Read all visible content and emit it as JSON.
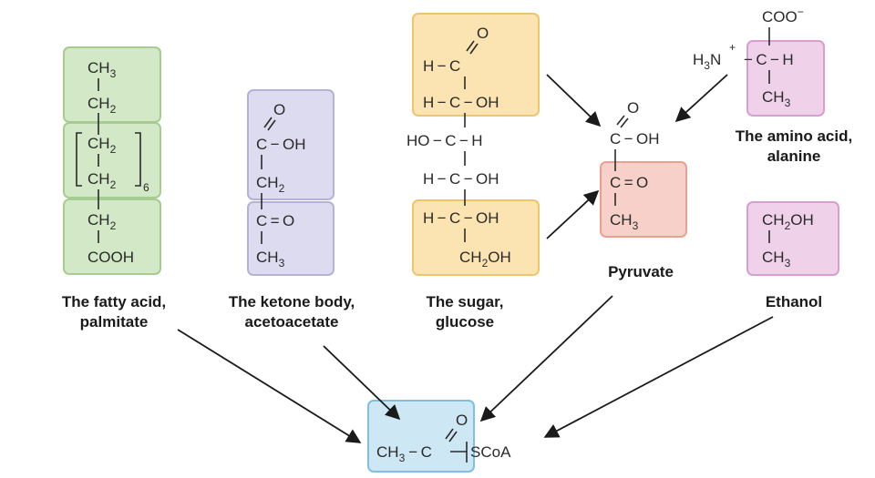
{
  "colors": {
    "green_fill": "#d3e8c6",
    "green_stroke": "#a6cc8f",
    "purple_fill": "#dddbef",
    "purple_stroke": "#b6b1d9",
    "orange_fill": "#fbe4b2",
    "orange_stroke": "#efc46f",
    "pink_fill": "#f7d1c9",
    "pink_stroke": "#ea9f92",
    "magenta_fill": "#efd1ea",
    "magenta_stroke": "#d79fcf",
    "blue_fill": "#cde7f4",
    "blue_stroke": "#7fbfe0"
  },
  "palmitate": {
    "ch3": "CH",
    "ch3_sub": "3",
    "ch2_a": "CH",
    "ch2_a_sub": "2",
    "ch2_b": "CH",
    "ch2_b_sub": "2",
    "ch2_c": "CH",
    "ch2_c_sub": "2",
    "repeat": "6",
    "ch2_d": "CH",
    "ch2_d_sub": "2",
    "cooh": "COOH",
    "label_line1": "The fatty acid,",
    "label_line2": "palmitate"
  },
  "acetoacetate": {
    "o_top": "O",
    "c_oh": "C − OH",
    "ch2": "CH",
    "ch2_sub": "2",
    "c_eq_o": "C = O",
    "ch3": "CH",
    "ch3_sub": "3",
    "label_line1": "The ketone body,",
    "label_line2": "acetoacetate"
  },
  "glucose": {
    "o_top": "O",
    "r1": "H − C",
    "r2": "H − C − OH",
    "r3": "HO − C − H",
    "r4": "H − C − OH",
    "r5": "H − C − OH",
    "r6": "CH",
    "r6_sub": "2",
    "r6_tail": "OH",
    "label_line1": "The sugar,",
    "label_line2": "glucose"
  },
  "pyruvate": {
    "o_top": "O",
    "c_oh": "C − OH",
    "c_eq_o": "C = O",
    "ch3": "CH",
    "ch3_sub": "3",
    "label": "Pyruvate"
  },
  "alanine": {
    "coo": "COO",
    "coo_charge": "−",
    "h3n": "H",
    "h3n_sub": "3",
    "h3n_n": "N",
    "h3n_charge": "+",
    "c_h": "− C − H",
    "ch3": "CH",
    "ch3_sub": "3",
    "label_line1": "The amino acid,",
    "label_line2": "alanine"
  },
  "ethanol": {
    "ch2oh": "CH",
    "ch2oh_sub": "2",
    "ch2oh_tail": "OH",
    "ch3": "CH",
    "ch3_sub": "3",
    "label": "Ethanol"
  },
  "acetyl_coa": {
    "ch3": "CH",
    "ch3_sub": "3",
    "dash": "− C",
    "o_top": "O",
    "scoa": "SCoA"
  }
}
